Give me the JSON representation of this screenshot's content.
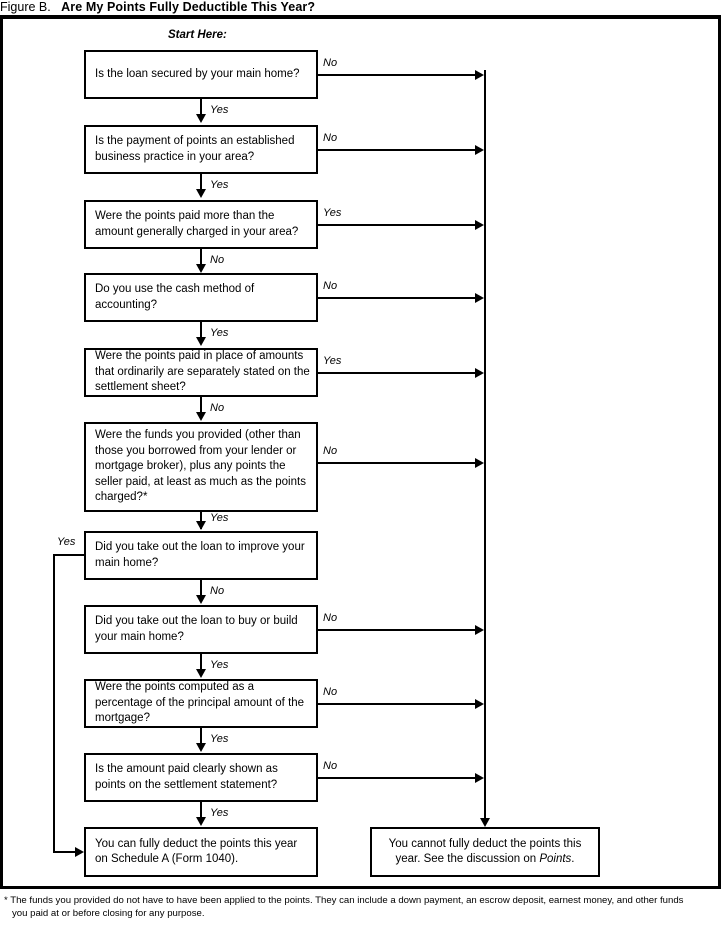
{
  "figure": {
    "label": "Figure B.",
    "title": "Are My Points Fully Deductible This Year?",
    "start_marker": "Start Here:"
  },
  "labels": {
    "yes": "Yes",
    "no": "No"
  },
  "chart_data": {
    "type": "flowchart",
    "title": "Figure B. Are My Points Fully Deductible This Year?",
    "orientation": "top-to-bottom",
    "nodes": [
      {
        "id": "q1",
        "kind": "decision",
        "text": "Is the loan secured by your main home?",
        "yes": "q2",
        "no": "fail"
      },
      {
        "id": "q2",
        "kind": "decision",
        "text": "Is the payment of points an established business practice in your area?",
        "yes": "q3",
        "no": "fail"
      },
      {
        "id": "q3",
        "kind": "decision",
        "text": "Were the points paid more than the amount generally charged in your area?",
        "yes": "fail",
        "no": "q4"
      },
      {
        "id": "q4",
        "kind": "decision",
        "text": "Do you use the cash method of accounting?",
        "yes": "q5",
        "no": "fail"
      },
      {
        "id": "q5",
        "kind": "decision",
        "text": "Were the points paid in place of amounts that ordinarily are separately stated on the settlement sheet?",
        "yes": "fail",
        "no": "q6"
      },
      {
        "id": "q6",
        "kind": "decision",
        "text": "Were the funds you provided (other than those you borrowed from your lender or mortgage broker), plus any points the seller paid, at least as much as the points charged?*",
        "yes": "q7",
        "no": "fail"
      },
      {
        "id": "q7",
        "kind": "decision",
        "text": "Did you take out the loan to improve your main home?",
        "yes": "pass",
        "no": "q8"
      },
      {
        "id": "q8",
        "kind": "decision",
        "text": "Did you take out the loan to buy or build your main home?",
        "yes": "q9",
        "no": "fail"
      },
      {
        "id": "q9",
        "kind": "decision",
        "text": "Were the points computed as a percentage of the principal amount of the mortgage?",
        "yes": "q10",
        "no": "fail"
      },
      {
        "id": "q10",
        "kind": "decision",
        "text": "Is the amount paid clearly shown as points on the settlement statement?",
        "yes": "pass",
        "no": "fail"
      },
      {
        "id": "pass",
        "kind": "terminal",
        "text": "You can fully deduct the points this year on Schedule A (Form 1040)."
      },
      {
        "id": "fail",
        "kind": "terminal",
        "text": "You cannot fully deduct the points this year. See the discussion on Points."
      }
    ]
  },
  "boxes": {
    "q1": "Is the loan secured by your main home?",
    "q2_l1": "Is the payment of points an established",
    "q2_l2": "business practice in your area?",
    "q3_l1": "Were the points paid more than the",
    "q3_l2": "amount generally charged in your area?",
    "q4_l1": "Do you use the cash method of",
    "q4_l2": "accounting?",
    "q5_l1": "Were the points paid in place of amounts",
    "q5_l2": "that ordinarily are separately stated on the",
    "q5_l3": "settlement sheet?",
    "q6_l1": "Were the funds you provided (other than",
    "q6_l2": "those you borrowed from your lender or",
    "q6_l3": "mortgage broker), plus any points the",
    "q6_l4": "seller paid, at least as much as the points",
    "q6_l5": "charged?*",
    "q7_l1": "Did you take out the loan to improve your",
    "q7_l2": "main home?",
    "q8_l1": "Did you take out the loan to buy or build",
    "q8_l2": "your main home?",
    "q9_l1": "Were the points computed as a",
    "q9_l2": "percentage of the principal amount of the",
    "q9_l3": "mortgage?",
    "q10_l1": "Is the amount paid clearly shown as",
    "q10_l2": "points on the settlement statement?",
    "pass_l1": "You can fully deduct the points this year",
    "pass_l2": "on Schedule A (Form 1040).",
    "fail_l1": "You cannot fully deduct the points this",
    "fail_l2a": "year. See the discussion on ",
    "fail_l2b": "Points",
    "fail_l2c": "."
  },
  "footnote": {
    "marker": "*",
    "line1": " The funds you provided do not have to have been applied to the points. They can include a down payment, an escrow deposit, earnest money, and other funds",
    "line2": "you paid at or before closing for any purpose."
  }
}
